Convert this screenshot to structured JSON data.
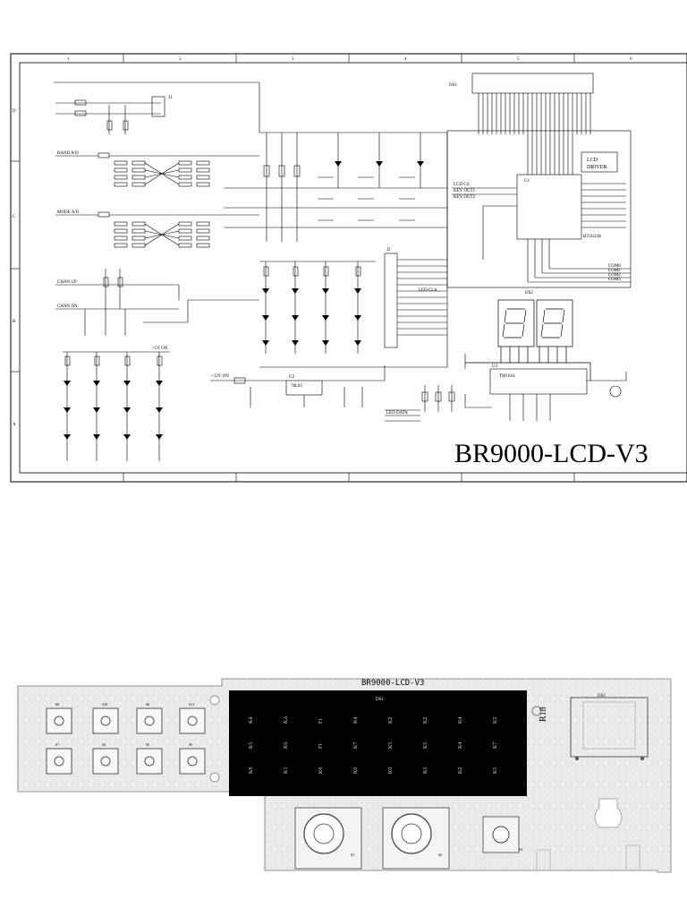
{
  "schematic": {
    "title": "BR9000-LCD-V3",
    "lcd_driver_label": [
      "LCD",
      "DRIVER"
    ],
    "col_numbers": [
      "1",
      "2",
      "3",
      "4",
      "5",
      "6"
    ],
    "row_letters": [
      "D",
      "C",
      "B",
      "A"
    ],
    "labels": {
      "band_ad": "BAND A/D",
      "mode_ad": "MODE A/D",
      "chan_up": "CHAN UP",
      "chan_dn": "CHAN DN",
      "ds1": "DS1",
      "ds2": "DS2",
      "u1": "U1",
      "u2": "U2",
      "u3": "U3",
      "lcd_cs": "LCD CS",
      "key_out1": "KEY OUT1",
      "key_out2": "KEY OUT2",
      "led_clk": "LED CLK",
      "led_data": "LED DATA",
      "plus12v": "+12V ON",
      "plus5v": "+5V ON",
      "chip_tm": "TM1616",
      "chip_ht": "HT1621B",
      "chip_reg": "78L05",
      "com0": "COM0",
      "com1": "COM1",
      "com2": "COM2",
      "com3": "COM3",
      "j1": "J1",
      "j2": "J2"
    }
  },
  "pcb": {
    "title": "BR9000-LCD-V3",
    "lcd_label": "DS1",
    "display_label": "DS2",
    "switches_top": [
      "S8",
      "S10",
      "S6",
      "S11"
    ],
    "switches_bottom": [
      "S7",
      "S4",
      "S5",
      "S9"
    ],
    "big_keys": [
      "S1",
      "S2"
    ],
    "small_key": "S3",
    "r_label": "R18",
    "lcd_segment_rows": [
      [
        "K4",
        "KA",
        "FI",
        "K4",
        "K2",
        "K2",
        "K4",
        "K3"
      ],
      [
        "K5",
        "K6",
        "FI",
        "K7",
        "K5",
        "K5",
        "K4",
        "K7"
      ],
      [
        "K8",
        "K1",
        "K6",
        "K0",
        "K0",
        "K5",
        "K2",
        "K1"
      ]
    ]
  }
}
